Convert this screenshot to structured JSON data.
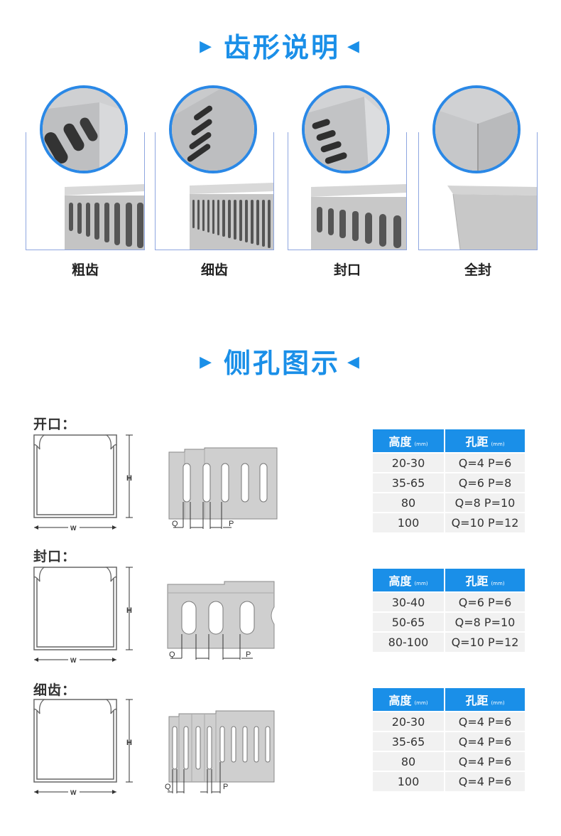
{
  "section1": {
    "title": "齿形说明",
    "arrow_left": "▶",
    "arrow_right": "◀"
  },
  "tooth_types": [
    {
      "label": "粗齿"
    },
    {
      "label": "细齿"
    },
    {
      "label": "封口"
    },
    {
      "label": "全封"
    }
  ],
  "section2": {
    "title": "侧孔图示",
    "arrow_left": "▶",
    "arrow_right": "◀"
  },
  "diagram_labels": {
    "h": "H",
    "w": "W",
    "q": "Q",
    "p": "P"
  },
  "table_header": {
    "height": "高度",
    "pitch": "孔距",
    "unit": "(mm)"
  },
  "groups": [
    {
      "title": "开口：",
      "rows": [
        {
          "height": "20-30",
          "pitch": "Q=4 P=6"
        },
        {
          "height": "35-65",
          "pitch": "Q=6 P=8"
        },
        {
          "height": "80",
          "pitch": "Q=8 P=10"
        },
        {
          "height": "100",
          "pitch": "Q=10 P=12"
        }
      ]
    },
    {
      "title": "封口：",
      "rows": [
        {
          "height": "30-40",
          "pitch": "Q=6 P=6"
        },
        {
          "height": "50-65",
          "pitch": "Q=8 P=10"
        },
        {
          "height": "80-100",
          "pitch": "Q=10 P=12"
        }
      ]
    },
    {
      "title": "细齿：",
      "rows": [
        {
          "height": "20-30",
          "pitch": "Q=4 P=6"
        },
        {
          "height": "35-65",
          "pitch": "Q=4 P=6"
        },
        {
          "height": "80",
          "pitch": "Q=4 P=6"
        },
        {
          "height": "100",
          "pitch": "Q=4 P=6"
        }
      ]
    }
  ],
  "colors": {
    "accent": "#1a8fe8",
    "table_cell": "#f1f1f1",
    "duct_gray": "#c9c9c9"
  }
}
